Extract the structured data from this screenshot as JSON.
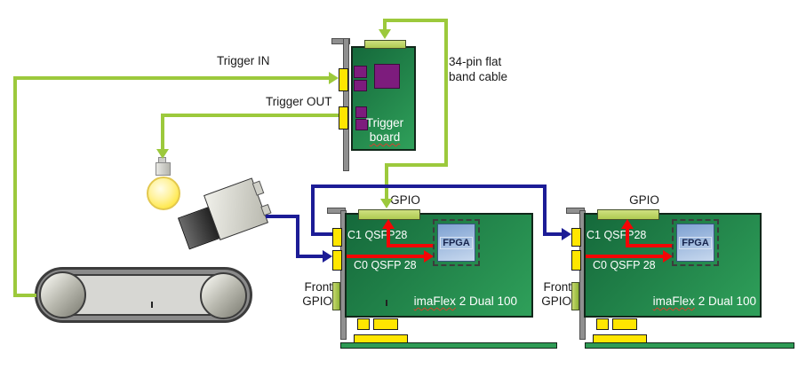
{
  "labels": {
    "trigger_in": "Trigger IN",
    "trigger_out": "Trigger OUT",
    "cable_lines": [
      "34-pin flat",
      "band cable"
    ]
  },
  "trigger_board": {
    "title_word1": "Trigger",
    "title_word2": "board"
  },
  "cards": [
    {
      "gpio_label": "GPIO",
      "c1_label": "C1 QSFP28",
      "c0_label": "C0 QSFP 28",
      "front_gpio_lines": [
        "Front",
        "GPIO"
      ],
      "fpga_label": "FPGA",
      "title_brand": "imaFlex",
      "title_rest": " 2 Dual 100"
    },
    {
      "gpio_label": "GPIO",
      "c1_label": "C1 QSFP28",
      "c0_label": "C0 QSFP 28",
      "front_gpio_lines": [
        "Front",
        "GPIO"
      ],
      "fpga_label": "FPGA",
      "title_brand": "imaFlex",
      "title_rest": " 2 Dual 100"
    }
  ],
  "colors": {
    "cable-green": "#9CC93C",
    "camera-link-blue": "#1C1C96",
    "internal-red": "#F40505",
    "pcb-dark": "#15693B",
    "pcb-light": "#2FA05A",
    "connector-yellow": "#FFE600",
    "gpio-connector-green": "#AECB52",
    "bracket-gray": "#909090"
  }
}
